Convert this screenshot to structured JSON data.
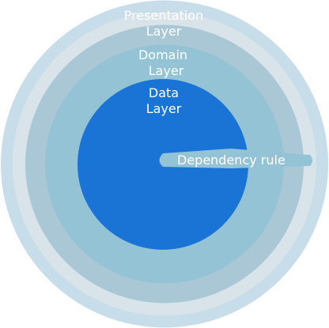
{
  "layers": {
    "presentation": {
      "line1": "Presentation",
      "line2": "Layer",
      "color": "#c7ddea"
    },
    "presentation_inner": {
      "color": "#d8e4ea"
    },
    "domain": {
      "line1": "Domain",
      "line2": "Layer",
      "color": "#aac7d5"
    },
    "domain_inner": {
      "color": "#94c3d6"
    },
    "data": {
      "line1": "Data",
      "line2": "Layer",
      "color": "#1a74d6"
    }
  },
  "arrow": {
    "label": "Dependency rule",
    "color": "#94c3d6"
  }
}
